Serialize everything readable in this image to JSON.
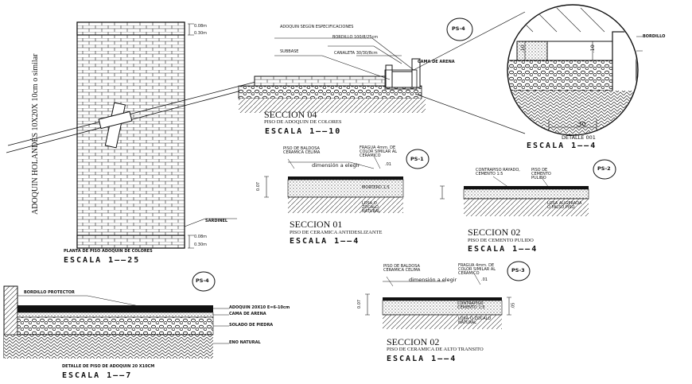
{
  "plan": {
    "vertical_label": "ADOQUIN HOLANDÉS 10X20X 10cm o similar",
    "dim_top_1": "0.08m",
    "dim_top_2": "0.30m",
    "dim_bot_1": "0.08m",
    "dim_bot_2": "0.30m",
    "callout": "SARDINEL",
    "title": "PLANTA DE PISO ADOQUIN DE COLORES",
    "scale": "ESCALA 1——25"
  },
  "sec04": {
    "label_adoquin": "ADOQUIN SEGÚN ESPECIFICACIONES",
    "label_bordillo": "BORDILLO 100/8/25cm",
    "label_subbase": "SUBBASE",
    "label_canaleta": "CANALETA 30/30/8cm",
    "label_cama": "CAMA DE ARENA",
    "tag": "PS-4",
    "title": "SECCION 04",
    "subtitle": "PISO DE ADOQUIN DE COLORES",
    "scale": "ESCALA 1——10"
  },
  "detail01": {
    "label_bordillo": "BORDILLO",
    "dim_a": ".10",
    "dim_b": ".10",
    "dim_c": ".30",
    "title": "DETALLE 001",
    "scale": "ESCALA 1——4"
  },
  "sec01": {
    "tag": "PS-1",
    "note_left": "PISO DE BALDOSA CERAMICA CELIMA",
    "note_right": "FRAGUA 4mm. DE COLOR SIMILAR AL CERAMICO",
    "dim_text": "dimensión a elegir",
    "dim_h": "0.07",
    "dim_r": ".01",
    "layer_mid": "MORTERO 1:5",
    "layer_low": "LOSA O ZOCALO NATURAL",
    "title": "SECCION 01",
    "subtitle": "PISO DE CERAMICA ANTIDESLIZANTE",
    "scale": "ESCALA 1——4"
  },
  "sec02a": {
    "tag": "PS-2",
    "note_left": "CONTRAPISO RAYADO, CEMENTO 1:5",
    "note_right": "PISO DE CEMENTO PULIDO",
    "layer_low": "LOSA ALIGERADA O FALSO PISO",
    "title": "SECCION 02",
    "subtitle": "PISO DE CEMENTO PULIDO",
    "scale": "ESCALA 1——4"
  },
  "sec02b": {
    "tag": "PS-3",
    "note_left": "PISO DE BALDOSA CERAMICA CELIMA",
    "note_right": "FRAGUA 4mm. DE COLOR SIMILAR AL CERAMICO",
    "dim_text": "dimensión a elegir",
    "dim_h": "0.07",
    "dim_r": ".01",
    "dim_side": ".05",
    "layer_mid": "CONTRAPISO CEMENTO 1:5",
    "layer_low": "LOSA O ZOCALO NATURAL",
    "title": "SECCION 02",
    "subtitle": "PISO DE CERAMICA DE ALTO TRANSITO",
    "scale": "ESCALA 1——4"
  },
  "detailA": {
    "tag": "PS-4",
    "label_bordillo": "BORDILLO PROTECTOR",
    "label_adoquin": "ADOQUIN 20X10 E=6-10cm",
    "label_cama": "CAMA DE ARENA",
    "label_solado": "SOLADO DE PIEDRA",
    "label_eno": "ENO NATURAL",
    "title": "DETALLE DE PISO DE ADOQUIN 20 X10CM",
    "scale": "ESCALA 1——7"
  }
}
